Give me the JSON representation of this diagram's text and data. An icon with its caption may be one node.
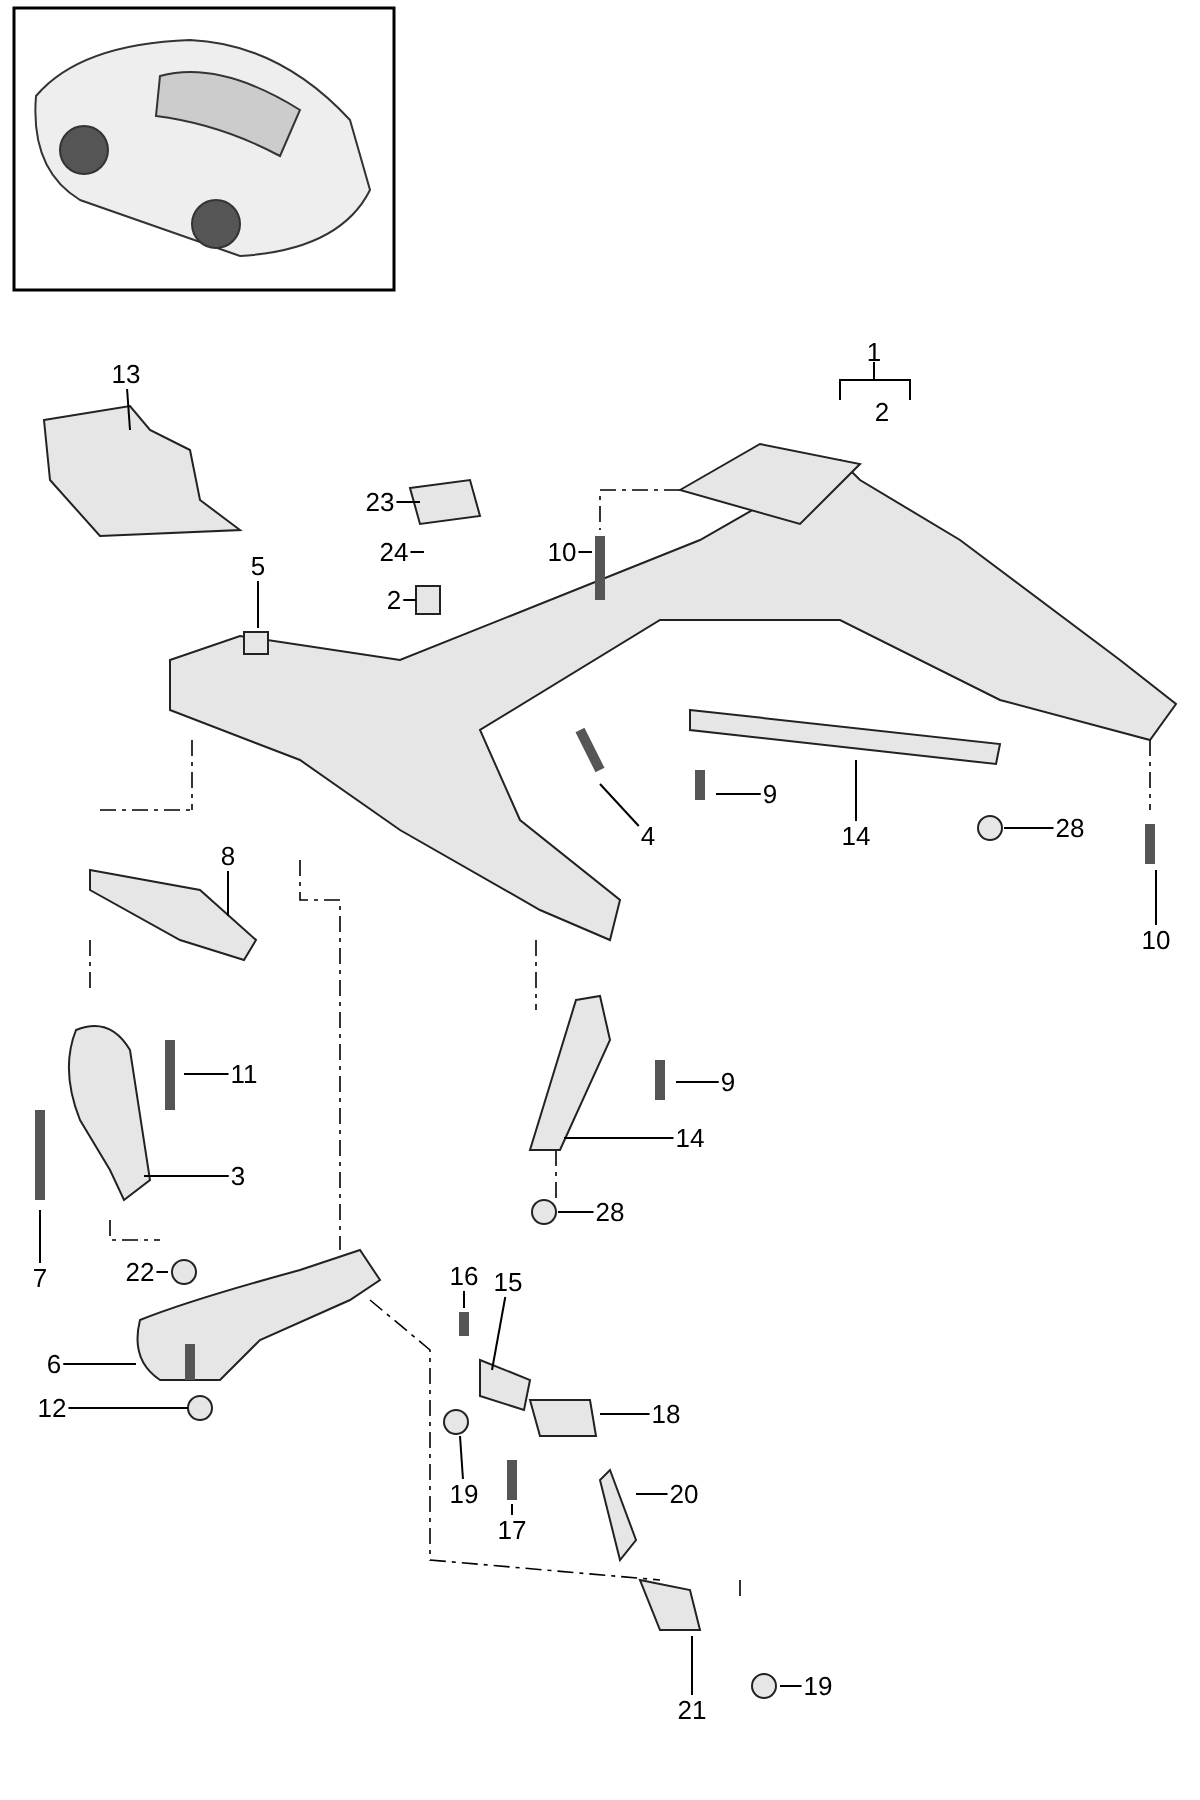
{
  "diagram": {
    "nodes": [
      {
        "text": [
          "13"
        ]
      },
      {
        "text": [
          "23"
        ]
      },
      {
        "text": [
          "24"
        ]
      },
      {
        "text": [
          "10"
        ]
      },
      {
        "text": [
          "2"
        ]
      },
      {
        "text": [
          "5"
        ]
      },
      {
        "text": [
          "4"
        ]
      },
      {
        "text": [
          "9"
        ]
      },
      {
        "text": [
          "14"
        ]
      },
      {
        "text": [
          "28"
        ]
      },
      {
        "text": [
          "10"
        ]
      },
      {
        "text": [
          "8"
        ]
      },
      {
        "text": [
          "11"
        ]
      },
      {
        "text": [
          "9"
        ]
      },
      {
        "text": [
          "3"
        ]
      },
      {
        "text": [
          "14"
        ]
      },
      {
        "text": [
          "7"
        ]
      },
      {
        "text": [
          "28"
        ]
      },
      {
        "text": [
          "22"
        ]
      },
      {
        "text": [
          "16"
        ]
      },
      {
        "text": [
          "15"
        ]
      },
      {
        "text": [
          "6"
        ]
      },
      {
        "text": [
          "18"
        ]
      },
      {
        "text": [
          "12"
        ]
      },
      {
        "text": [
          "19"
        ]
      },
      {
        "text": [
          "20"
        ]
      },
      {
        "text": [
          "17"
        ]
      },
      {
        "text": [
          "21"
        ]
      },
      {
        "text": [
          "19"
        ]
      }
    ],
    "edges": [
      {
        "from": 0,
        "to": null,
        "arrow": "none"
      },
      {
        "from": 1,
        "to": null,
        "arrow": "none"
      },
      {
        "from": 2,
        "to": null,
        "arrow": "none"
      },
      {
        "from": 3,
        "to": null,
        "arrow": "none"
      },
      {
        "from": 4,
        "to": null,
        "arrow": "none"
      },
      {
        "from": 5,
        "to": null,
        "arrow": "none"
      },
      {
        "from": 6,
        "to": null,
        "arrow": "none"
      },
      {
        "from": 7,
        "to": null,
        "arrow": "none"
      },
      {
        "from": 8,
        "to": null,
        "arrow": "none"
      },
      {
        "from": 9,
        "to": null,
        "arrow": "none"
      },
      {
        "from": 10,
        "to": null,
        "arrow": "none"
      },
      {
        "from": 11,
        "to": null,
        "arrow": "none"
      },
      {
        "from": 12,
        "to": null,
        "arrow": "none"
      },
      {
        "from": 13,
        "to": null,
        "arrow": "none"
      },
      {
        "from": 14,
        "to": null,
        "arrow": "none"
      },
      {
        "from": 15,
        "to": null,
        "arrow": "none"
      },
      {
        "from": 16,
        "to": null,
        "arrow": "none"
      },
      {
        "from": 17,
        "to": null,
        "arrow": "none"
      },
      {
        "from": 18,
        "to": null,
        "arrow": "none"
      },
      {
        "from": 19,
        "to": null,
        "arrow": "none"
      },
      {
        "from": 20,
        "to": null,
        "arrow": "none"
      },
      {
        "from": 21,
        "to": null,
        "arrow": "none"
      },
      {
        "from": 22,
        "to": null,
        "arrow": "none"
      },
      {
        "from": 23,
        "to": null,
        "arrow": "none"
      },
      {
        "from": 24,
        "to": null,
        "arrow": "none"
      },
      {
        "from": 25,
        "to": null,
        "arrow": "none"
      },
      {
        "from": 26,
        "to": null,
        "arrow": "none"
      },
      {
        "from": 27,
        "to": null,
        "arrow": "none"
      },
      {
        "from": 28,
        "to": null,
        "arrow": "none"
      }
    ],
    "labels": [
      "1",
      "2"
    ]
  }
}
